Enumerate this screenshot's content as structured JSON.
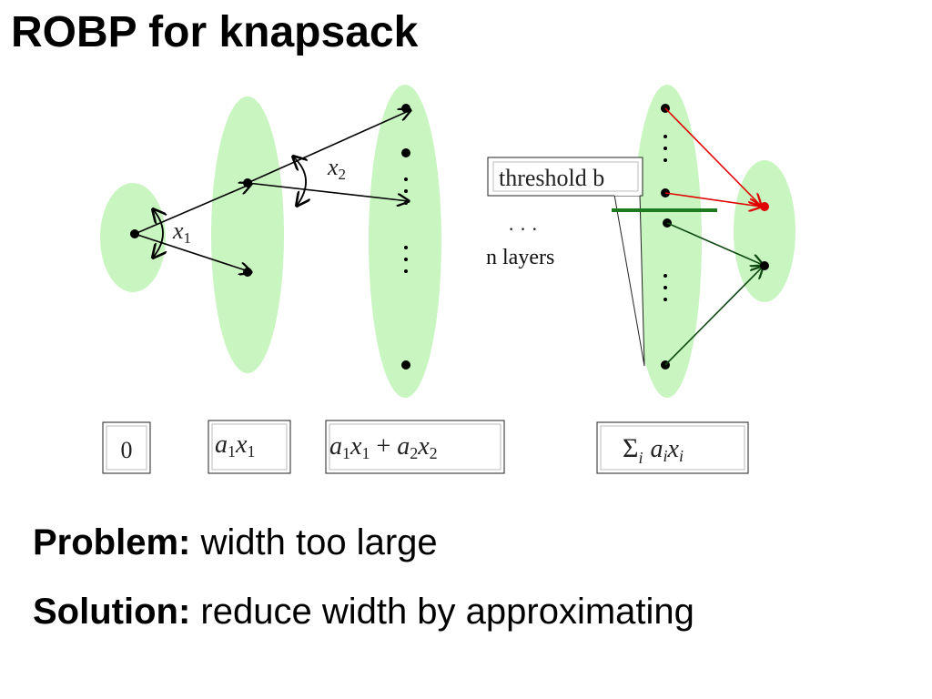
{
  "slide": {
    "title": "ROBP for knapsack"
  },
  "diagram": {
    "edge_labels": {
      "x1": "x",
      "x1_sub": "1",
      "x2": "x",
      "x2_sub": "2"
    },
    "dots": "· · ·",
    "layers_caption": "n layers",
    "threshold_label": "threshold b",
    "sum_boxes": [
      {
        "text": "0"
      },
      {
        "a": "a",
        "a_sub": "1",
        "x": "x",
        "x_sub": "1"
      },
      {
        "a1": "a",
        "a1_sub": "1",
        "x1": "x",
        "x1_sub": "1",
        "plus": " + ",
        "a2": "a",
        "a2_sub": "2",
        "x2": "x",
        "x2_sub": "2"
      },
      {
        "sigma": "Σ",
        "sigma_sub": "i",
        "a": "a",
        "a_sub": "i",
        "x": "x",
        "x_sub": "i"
      }
    ],
    "colors": {
      "layer_fill": "#c8f5c0",
      "reject_edge": "#e00000",
      "accept_edge": "#0f4a12",
      "threshold_line": "#1e7a1e"
    }
  },
  "problem": {
    "label": "Problem:",
    "text": " width too large"
  },
  "solution": {
    "label": "Solution:",
    "text": " reduce width by approximating"
  }
}
